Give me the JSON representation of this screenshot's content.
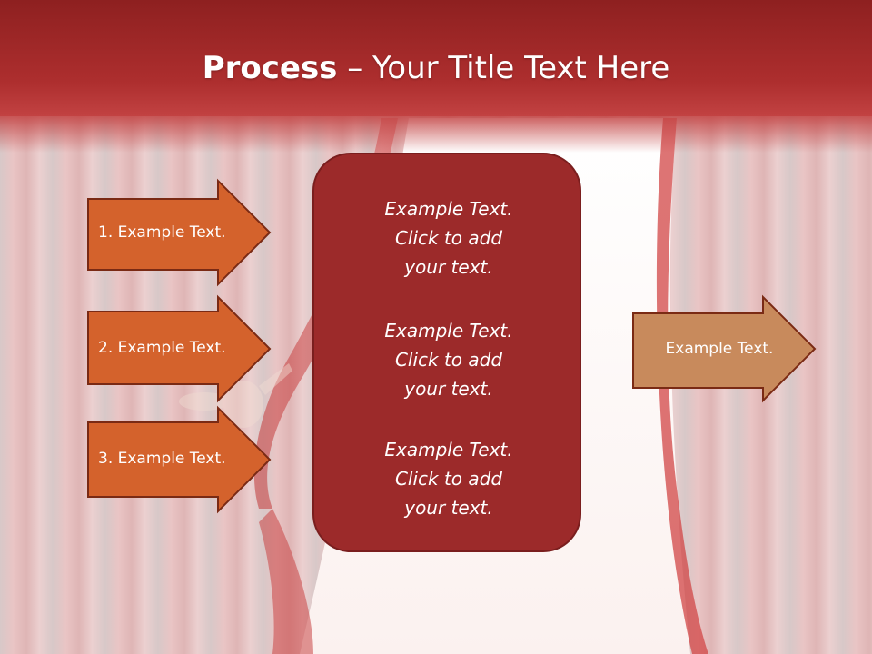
{
  "slide": {
    "title_bold": "Process",
    "title_rest": " – Your Title Text Here",
    "colors": {
      "header": "#a82a2a",
      "curtain": "#c23434",
      "arrow_fill": "#d4622c",
      "arrow_stroke": "#7a2a14",
      "output_arrow_fill": "#c88a5c",
      "center_box_fill": "#9c2a2a"
    }
  },
  "inputs": [
    {
      "label": "1. Example Text."
    },
    {
      "label": "2. Example Text."
    },
    {
      "label": "3. Example Text."
    }
  ],
  "center_box": {
    "blocks": [
      {
        "lines": [
          "Example Text.",
          "Click  to add",
          "your text."
        ]
      },
      {
        "lines": [
          "Example Text.",
          "Click  to add",
          "your text."
        ]
      },
      {
        "lines": [
          "Example Text.",
          "Click  to add",
          "your text."
        ]
      }
    ]
  },
  "output": {
    "label": "Example Text."
  }
}
